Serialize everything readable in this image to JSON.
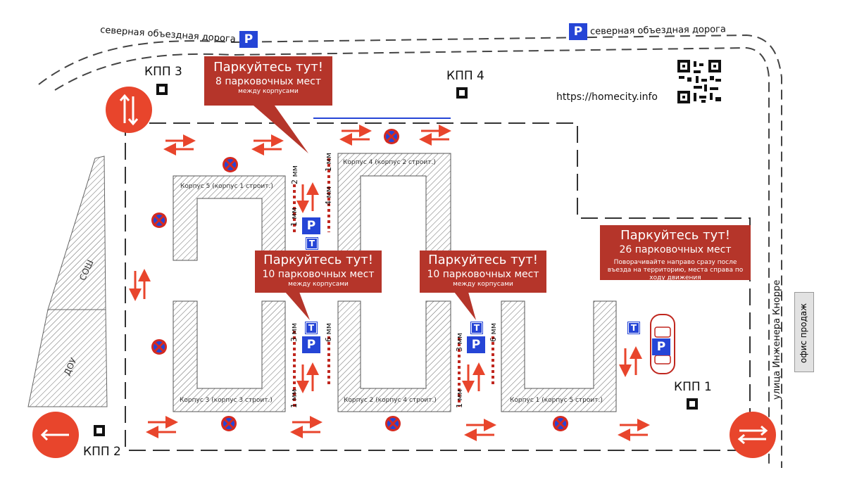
{
  "roads": {
    "north_left": "северная объездная дорога",
    "north_right": "северная объездная дорога",
    "east": "улица Инженера Кнорре"
  },
  "parking_icon": "P",
  "deadend_icon": "T",
  "checkpoints": {
    "kpp1": "КПП 1",
    "kpp2": "КПП 2",
    "kpp3": "КПП 3",
    "kpp4": "КПП 4"
  },
  "website": "https://homecity.info",
  "callouts": {
    "top": {
      "title": "Паркуйтесь тут!",
      "count": "8 парковочных мест",
      "note": "между корпусами"
    },
    "mid_left": {
      "title": "Паркуйтесь тут!",
      "count": "10 парковочных мест",
      "note": "между корпусами"
    },
    "mid_right": {
      "title": "Паркуйтесь тут!",
      "count": "10 парковочных мест",
      "note": "между корпусами"
    },
    "right": {
      "title": "Паркуйтесь тут!",
      "count": "26 парковочных мест",
      "note": "Поворачивайте направо сразу после въезда на территорию, места справа по ходу движения"
    }
  },
  "buildings": {
    "b5": "Корпус 5 (корпус 1 строит.)",
    "b4": "Корпус 4 (корпус 2 строит.)",
    "b3": "Корпус 3 (корпус 3 строит.)",
    "b2": "Корпус 2 (корпус 4 строит.)",
    "b1": "Корпус 1 (корпус 5 строит.)"
  },
  "zones": {
    "school": "СОШ",
    "kindergarten": "ДОУ"
  },
  "spot_labels": {
    "a": "2 мм",
    "b": "1 мм",
    "c": "1 мм",
    "d": "4 мм",
    "e": "3 мм",
    "f": "1 мм",
    "g": "6 мм",
    "h": "3 мм",
    "i": "1 мм",
    "j": "6 мм"
  },
  "sales_office": "офис продаж",
  "colors": {
    "accent_red": "#e8452c",
    "callout_red": "#b5352a",
    "sign_blue": "#2545d6"
  }
}
